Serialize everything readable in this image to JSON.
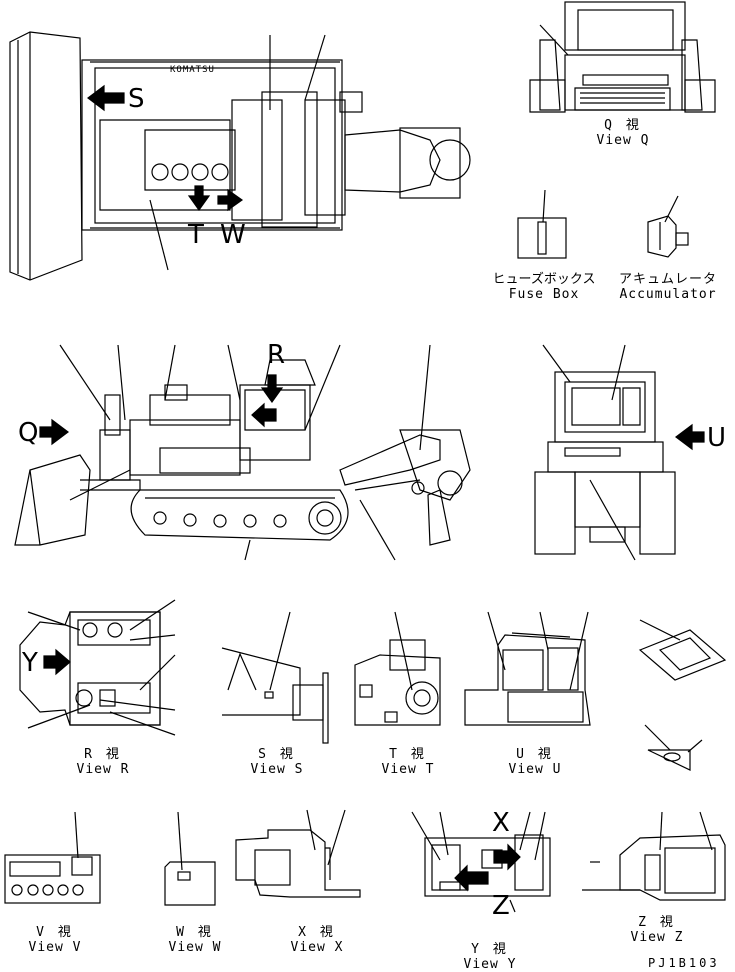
{
  "views": {
    "q": {
      "jp": "Q 視",
      "en": "View Q"
    },
    "r": {
      "jp": "R 視",
      "en": "View R"
    },
    "s": {
      "jp": "S 視",
      "en": "View S"
    },
    "t": {
      "jp": "T 視",
      "en": "View T"
    },
    "u": {
      "jp": "U 視",
      "en": "View U"
    },
    "v": {
      "jp": "V 視",
      "en": "View V"
    },
    "w": {
      "jp": "W 視",
      "en": "View W"
    },
    "x": {
      "jp": "X 視",
      "en": "View X"
    },
    "y": {
      "jp": "Y 視",
      "en": "View Y"
    },
    "z": {
      "jp": "Z 視",
      "en": "View Z"
    }
  },
  "parts": {
    "fuse_box": {
      "jp": "ヒューズボックス",
      "en": "Fuse Box"
    },
    "accumulator": {
      "jp": "アキュムレータ",
      "en": "Accumulator"
    }
  },
  "arrow_letters": {
    "s": "S",
    "t": "T",
    "w": "W",
    "r": "R",
    "q": "Q",
    "u": "U",
    "y": "Y",
    "x": "X",
    "z": "Z"
  },
  "brand": "KOMATSU",
  "drawing_code": "PJ1B103"
}
